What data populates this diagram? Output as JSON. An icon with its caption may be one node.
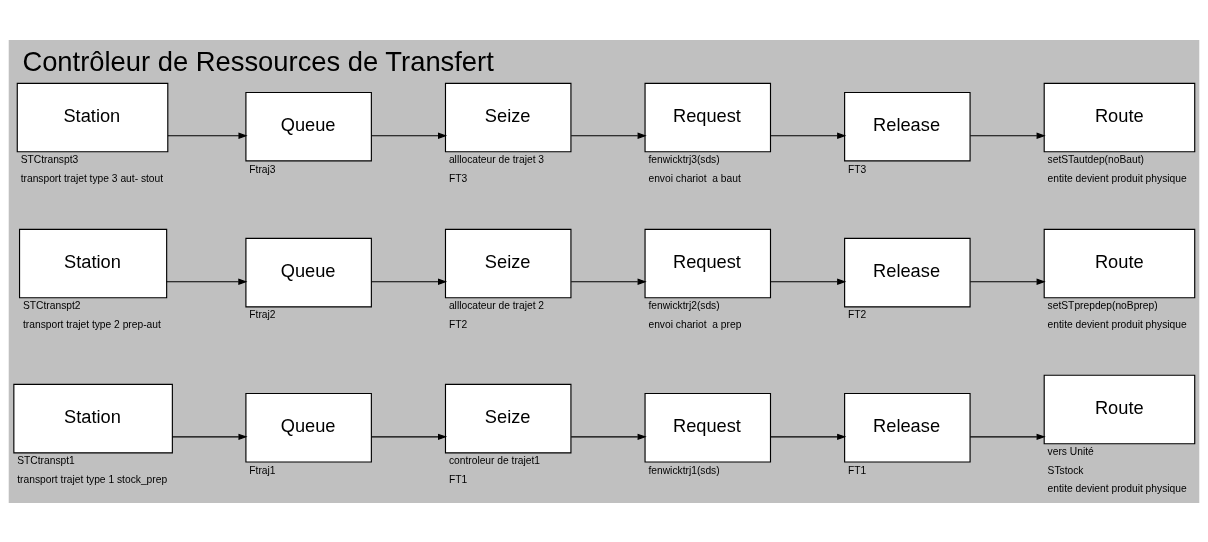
{
  "diagram": {
    "title": "Contrôleur de Ressources de Transfert",
    "nodes": [
      {
        "text": [
          "Station"
        ],
        "beside": [
          "STCtranspt1",
          "transport trajet type 1 stock_prep"
        ]
      },
      {
        "text": [
          "Queue"
        ],
        "beside": [
          "Ftraj1"
        ]
      },
      {
        "text": [
          "Seize"
        ],
        "beside": [
          "controleur de trajet1",
          "FT1"
        ]
      },
      {
        "text": [
          "Request"
        ],
        "beside": [
          "fenwicktrj1(sds)"
        ]
      },
      {
        "text": [
          "Release"
        ],
        "beside": [
          "FT1"
        ]
      },
      {
        "text": [
          "Route"
        ],
        "beside": [
          "vers Unité",
          "STstock",
          "entite devient produit physique"
        ]
      },
      {
        "text": [
          "Station"
        ],
        "beside": [
          "STCtranspt2",
          "transport trajet type 2 prep-aut"
        ]
      },
      {
        "text": [
          "Queue"
        ],
        "beside": [
          "Ftraj2"
        ]
      },
      {
        "text": [
          "Seize"
        ],
        "beside": [
          "alllocateur de trajet 2",
          "FT2"
        ]
      },
      {
        "text": [
          "Request"
        ],
        "beside": [
          "fenwicktrj2(sds)",
          "envoi chariot  a prep"
        ]
      },
      {
        "text": [
          "Release"
        ],
        "beside": [
          "FT2"
        ]
      },
      {
        "text": [
          "Route"
        ],
        "beside": [
          "setSTprepdep(noBprep)",
          "entite devient produit physique"
        ]
      },
      {
        "text": [
          "Station"
        ],
        "beside": [
          "STCtranspt3",
          "transport trajet type 3 aut- stout"
        ]
      },
      {
        "text": [
          "Queue"
        ],
        "beside": [
          "Ftraj3"
        ]
      },
      {
        "text": [
          "Seize"
        ],
        "beside": [
          "alllocateur de trajet 3",
          "FT3"
        ]
      },
      {
        "text": [
          "Request"
        ],
        "beside": [
          "fenwicktrj3(sds)",
          "envoi chariot  a baut"
        ]
      },
      {
        "text": [
          "Release"
        ],
        "beside": [
          "FT3"
        ]
      },
      {
        "text": [
          "Route"
        ],
        "beside": [
          "setSTautdep(noBaut)",
          "entite devient produit physique"
        ]
      }
    ],
    "edges": [
      {
        "from": 0,
        "to": 1,
        "arrow": "to"
      },
      {
        "from": 1,
        "to": 2,
        "arrow": "to"
      },
      {
        "from": 2,
        "to": 3,
        "arrow": "to"
      },
      {
        "from": 3,
        "to": 4,
        "arrow": "to"
      },
      {
        "from": 4,
        "to": 5,
        "arrow": "to"
      },
      {
        "from": 6,
        "to": 7,
        "arrow": "to"
      },
      {
        "from": 7,
        "to": 8,
        "arrow": "to"
      },
      {
        "from": 8,
        "to": 9,
        "arrow": "to"
      },
      {
        "from": 9,
        "to": 10,
        "arrow": "to"
      },
      {
        "from": 10,
        "to": 11,
        "arrow": "to"
      },
      {
        "from": 12,
        "to": 13,
        "arrow": "to"
      },
      {
        "from": 13,
        "to": 14,
        "arrow": "to"
      },
      {
        "from": 14,
        "to": 15,
        "arrow": "to"
      },
      {
        "from": 15,
        "to": 16,
        "arrow": "to"
      },
      {
        "from": 16,
        "to": 17,
        "arrow": "to"
      }
    ]
  }
}
